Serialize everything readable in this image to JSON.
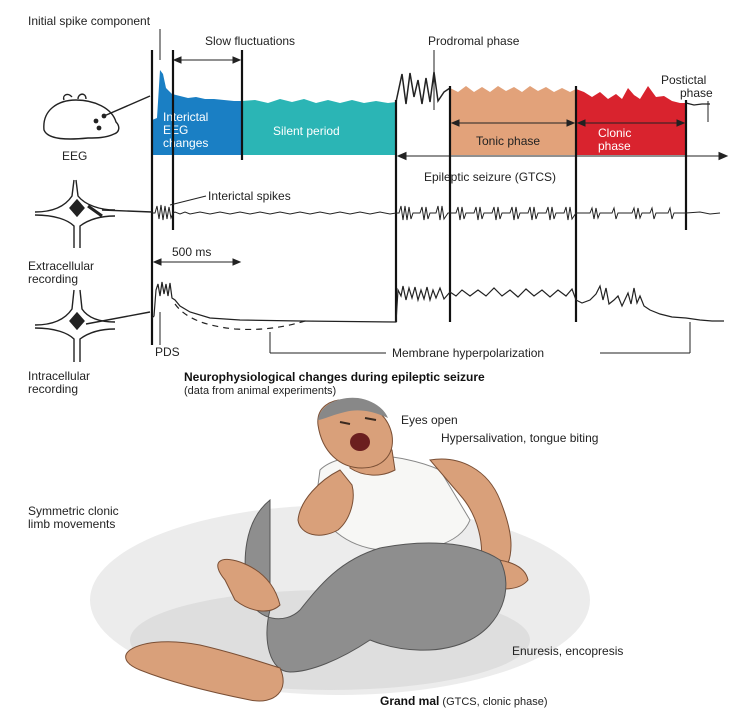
{
  "labels": {
    "initial_spike": "Initial spike component",
    "slow_fluctuations": "Slow fluctuations",
    "prodromal": "Prodromal phase",
    "postictal_1": "Postictal",
    "postictal_2": "phase",
    "interictal_eeg_1": "Interictal",
    "interictal_eeg_2": "EEG",
    "interictal_eeg_3": "changes",
    "silent_period": "Silent period",
    "tonic_phase": "Tonic phase",
    "clonic_1": "Clonic",
    "clonic_2": "phase",
    "eeg": "EEG",
    "epileptic_seizure": "Epileptic seizure (GTCS)",
    "interictal_spikes": "Interictal spikes",
    "ms500": "500 ms",
    "extracellular_1": "Extracellular",
    "extracellular_2": "recording",
    "intracellular_1": "Intracellular",
    "intracellular_2": "recording",
    "pds": "PDS",
    "membrane_hyper": "Membrane hyperpolarization",
    "title_bold": "Neurophysiological changes during epileptic seizure",
    "title_sub": "(data from animal experiments)",
    "eyes_open": "Eyes open",
    "hypersalivation": "Hypersalivation, tongue biting",
    "symmetric_1": "Symmetric clonic",
    "symmetric_2": "limb movements",
    "enuresis": "Enuresis, encopresis",
    "grand_mal_bold": "Grand mal",
    "grand_mal_rest": " (GTCS, clonic phase)"
  },
  "colors": {
    "interictal": "#1a7fc4",
    "silent": "#2bb5b5",
    "tonic": "#e2a27a",
    "clonic": "#d9232e"
  }
}
